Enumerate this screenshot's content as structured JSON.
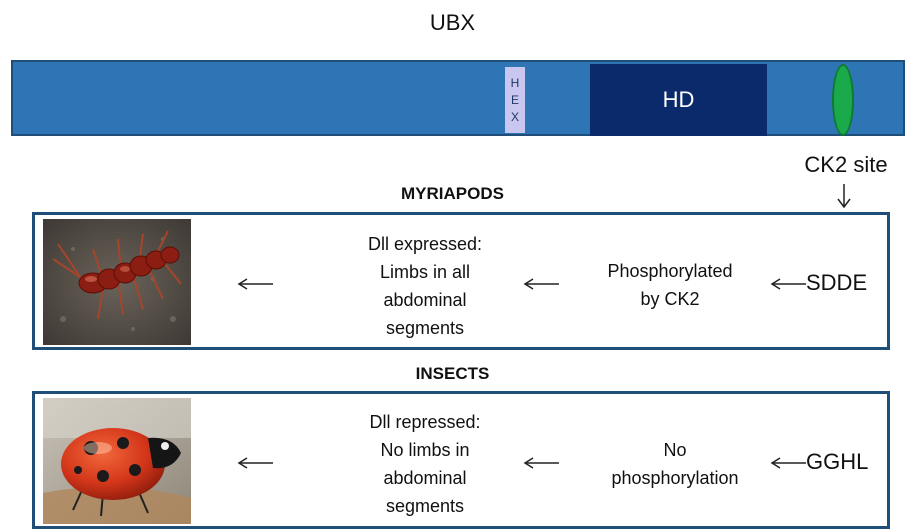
{
  "title": "UBX",
  "protein": {
    "hex_letters": [
      "H",
      "E",
      "X"
    ],
    "hd_label": "HD",
    "ck2_site_label": "CK2 site",
    "bar_color": "#2e75b6",
    "hd_color": "#0a2a6b",
    "hex_color": "#c9c6f0",
    "ck2_color": "#1aaa4b"
  },
  "myriapods": {
    "heading": "MYRIAPODS",
    "photo_icon": "centipede-photo",
    "outcome_lines": [
      "Dll expressed:",
      "Limbs in all",
      "abdominal",
      "segments"
    ],
    "state_lines": [
      "Phosphorylated",
      "by CK2"
    ],
    "sequence": "SDDE"
  },
  "insects": {
    "heading": "INSECTS",
    "photo_icon": "ladybird-photo",
    "outcome_lines": [
      "Dll repressed:",
      "No limbs in",
      "abdominal",
      "segments"
    ],
    "state_lines": [
      "No",
      "phosphorylation"
    ],
    "sequence": "GGHL"
  },
  "panel_border_color": "#1f4e79"
}
